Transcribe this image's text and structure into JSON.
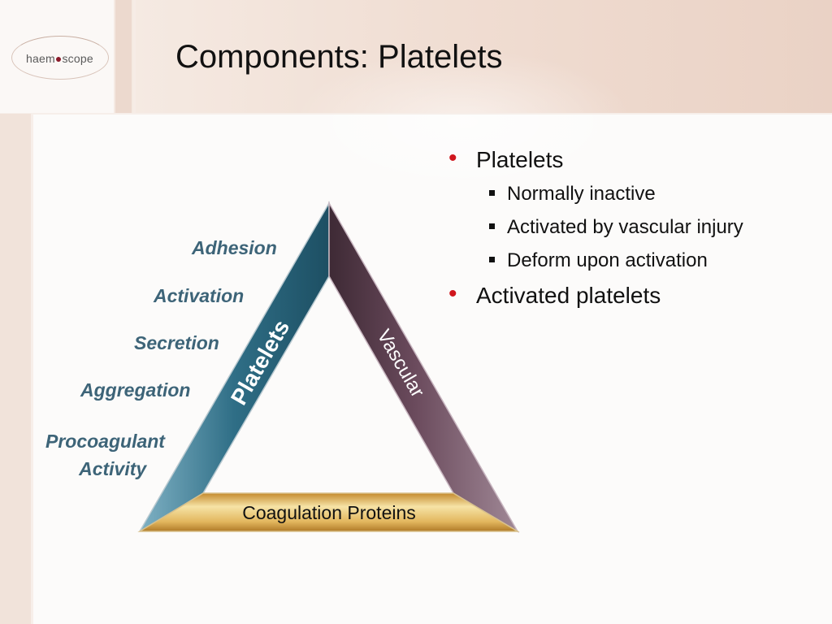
{
  "header": {
    "logo_text": "haem",
    "logo_drop": "●",
    "logo_rest": "scope",
    "title": "Components: Platelets"
  },
  "diagram": {
    "left_side_label": "Platelets",
    "right_side_label": "Vascular",
    "base_label": "Coagulation Proteins",
    "colors": {
      "left": "#2f6e86",
      "right": "#6a4a5c",
      "base": "#e0b45a",
      "label": "#3d6478"
    }
  },
  "functions": {
    "adhesion": "Adhesion",
    "activation": "Activation",
    "secretion": "Secretion",
    "aggregation": "Aggregation",
    "procoagulant": "Procoagulant\n   Activity"
  },
  "bullets": [
    {
      "text": "Platelets",
      "sub": [
        "Normally inactive",
        "Activated by vascular injury",
        "Deform upon activation"
      ]
    },
    {
      "text": "Activated platelets",
      "sub": []
    }
  ],
  "bullet_color": "#d0161d"
}
